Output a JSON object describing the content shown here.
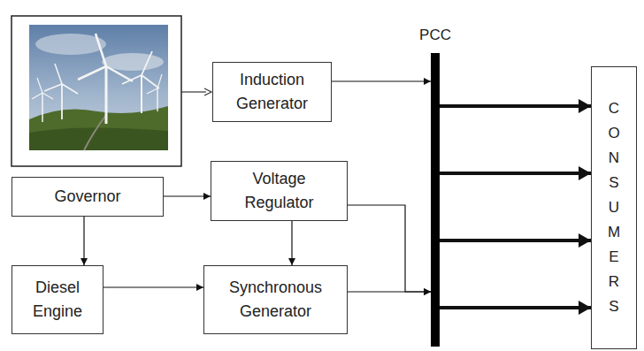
{
  "diagram": {
    "nodes": [
      {
        "text": [
          "Induction Generator"
        ]
      },
      {
        "text": [
          "PCC"
        ]
      },
      {
        "text": [
          "CONSUMERS"
        ]
      },
      {
        "text": [
          "Governor"
        ]
      },
      {
        "text": [
          "Voltage Regulator"
        ]
      },
      {
        "text": [
          "Diesel Engine"
        ]
      },
      {
        "text": [
          "Synchronous Generator"
        ]
      }
    ],
    "edges": [
      {
        "from": 0,
        "to": 1,
        "arrow": "to"
      },
      {
        "from": 3,
        "to": 4,
        "arrow": "to"
      },
      {
        "from": 3,
        "to": 5,
        "arrow": "to"
      },
      {
        "from": 4,
        "to": 6,
        "arrow": "to"
      },
      {
        "from": 5,
        "to": 6,
        "arrow": "to"
      },
      {
        "from": 4,
        "to": 1,
        "arrow": "to"
      },
      {
        "from": 6,
        "to": 1,
        "arrow": "to"
      },
      {
        "from": 1,
        "to": 2,
        "arrow": "to"
      },
      {
        "from": 1,
        "to": 2,
        "arrow": "to"
      },
      {
        "from": 1,
        "to": 2,
        "arrow": "to"
      },
      {
        "from": 1,
        "to": 2,
        "arrow": "to"
      }
    ]
  }
}
